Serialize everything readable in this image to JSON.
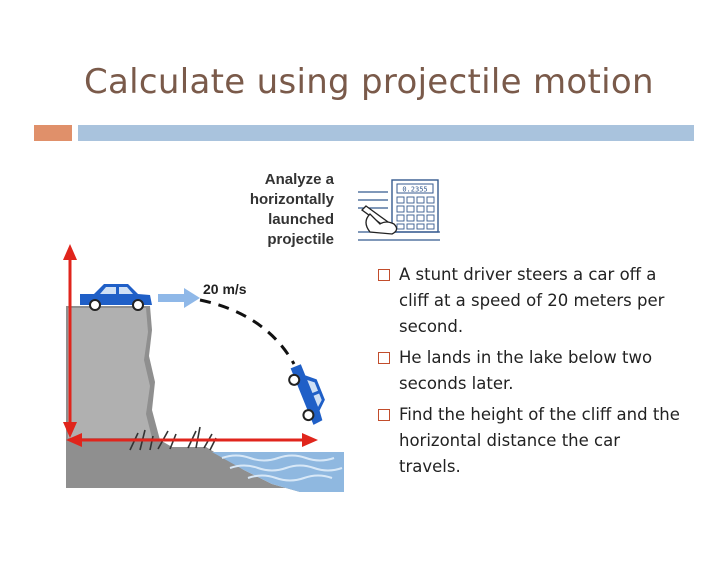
{
  "slide": {
    "title": "Calculate using projectile motion",
    "caption": "Analyze a horizontally launched projectile",
    "speed_label": "20 m/s",
    "calculator_display": "0.2355"
  },
  "bullets": [
    {
      "text": "A stunt driver steers a car off a cliff at a speed of 20 meters per second."
    },
    {
      "text": "He lands in the lake below two seconds later."
    },
    {
      "text": "Find the height of the cliff and the horizontal distance the car travels."
    }
  ],
  "colors": {
    "title": "#7a5a4a",
    "accent_bar": "#e0906a",
    "main_bar": "#a9c3dd",
    "arrow": "#e0251c",
    "car": "#1f5fc7",
    "cliff": "#9a9a9a",
    "water": "#8fb8e0",
    "bullet_marker": "#c24d2c"
  }
}
